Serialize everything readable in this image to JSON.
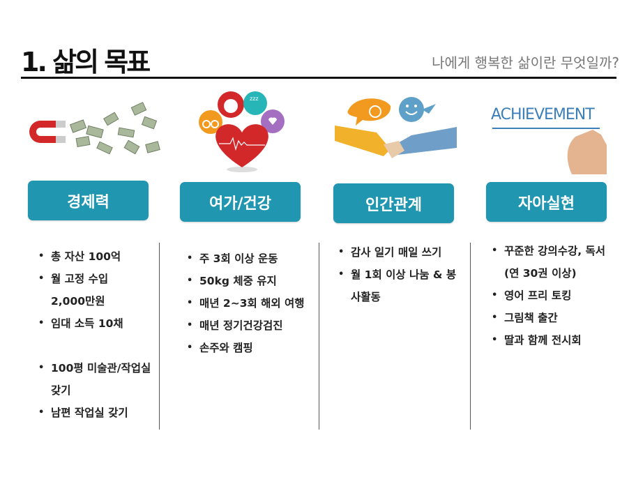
{
  "title": "1. 삶의 목표",
  "subtitle": "나에게 행복한 삶이란 무엇일까?",
  "colors": {
    "accent": "#2196b0"
  },
  "columns": [
    {
      "label": "경제력",
      "icon": "magnet-money-image",
      "items": [
        "총 자산 100억",
        "월 고정 수입 2,000만원",
        "임대 소득 10채",
        "100평 미술관/작업실 갖기",
        "남편 작업실 갖기"
      ]
    },
    {
      "label": "여가/건강",
      "icon": "heart-health-image",
      "items": [
        "주 3회 이상 운동",
        "50kg 체중 유지",
        "매년 2~3회 해외 여행",
        "매년 정기건강검진",
        "손주와 캠핑"
      ]
    },
    {
      "label": "인간관계",
      "icon": "handshake-image",
      "items": [
        "감사 일기 매일 쓰기",
        "월 1회 이상 나눔 & 봉사활동"
      ]
    },
    {
      "label": "자아실현",
      "icon": "achievement-image",
      "image_text": "ACHIEVEMENT",
      "items": [
        "꾸준한 강의수강, 독서(연 30권 이상)",
        "영어 프리 토킹",
        "그림책 출간",
        "딸과 함께 전시회"
      ]
    }
  ]
}
